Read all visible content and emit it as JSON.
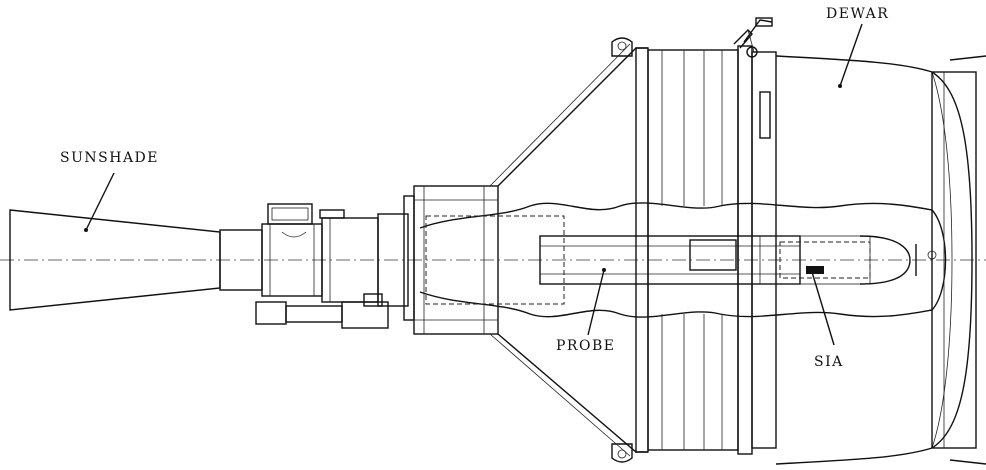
{
  "labels": {
    "sunshade": "SUNSHADE",
    "probe": "PROBE",
    "sia": "SIA",
    "dewar": "DEWAR"
  },
  "colors": {
    "ink": "#111111",
    "paper": "#ffffff"
  }
}
